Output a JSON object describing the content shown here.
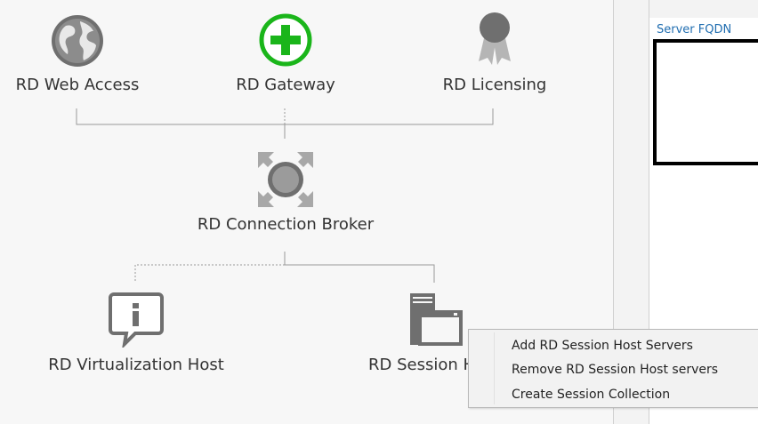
{
  "diagram": {
    "nodes": {
      "web_access": {
        "label": "RD Web Access",
        "icon": "globe-icon"
      },
      "gateway": {
        "label": "RD Gateway",
        "icon": "green-plus-icon"
      },
      "licensing": {
        "label": "RD Licensing",
        "icon": "ribbon-award-icon"
      },
      "connection_broker": {
        "label": "RD Connection Broker",
        "icon": "broker-icon"
      },
      "virtualization_host": {
        "label": "RD Virtualization Host",
        "icon": "info-bubble-icon"
      },
      "session_host": {
        "label": "RD Session H",
        "icon": "server-window-icon"
      }
    }
  },
  "servers_pane": {
    "column_header": "Server FQDN"
  },
  "context_menu": {
    "items": [
      {
        "label": "Add RD Session Host Servers"
      },
      {
        "label": "Remove RD Session Host servers"
      },
      {
        "label": "Create Session Collection"
      }
    ]
  },
  "colors": {
    "gateway_green": "#1ab51a",
    "link_blue": "#1f6db0",
    "icon_gray": "#7a7a7a"
  }
}
